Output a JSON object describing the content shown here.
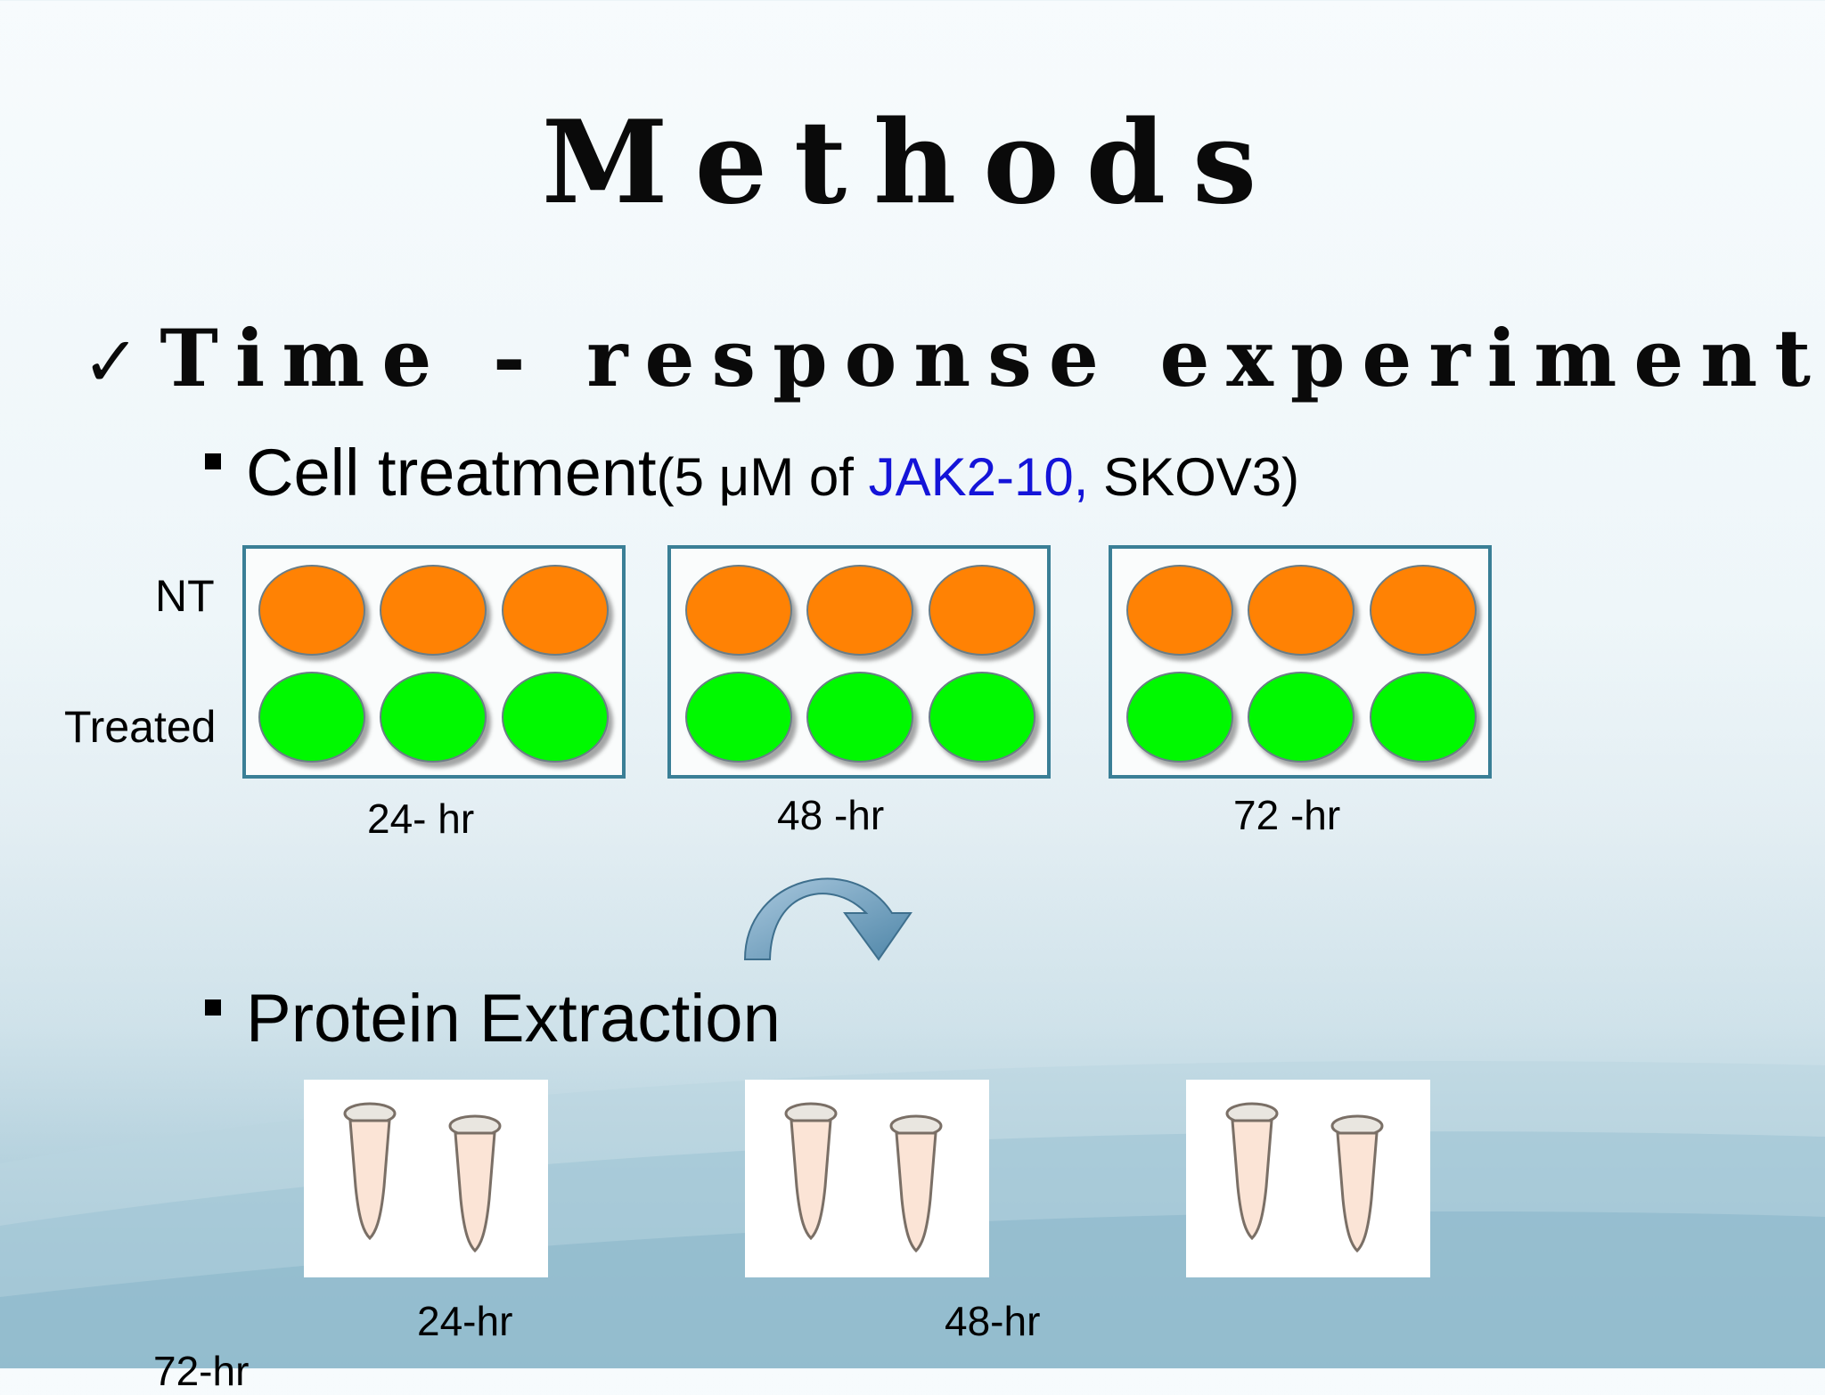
{
  "slide": {
    "title": "Methods",
    "heading_check": "✓",
    "heading": "Time - response experiment",
    "bullet1": {
      "main": "Cell treatment",
      "paren_open": "(5 μM of ",
      "highlight": "JAK2-10,",
      "paren_close": " SKOV3)",
      "highlight_color": "#1414d8"
    },
    "row_labels": {
      "nt": "NT",
      "treated": "Treated"
    },
    "plates": [
      {
        "label": "24- hr"
      },
      {
        "label": "48 -hr"
      },
      {
        "label": "72 -hr"
      }
    ],
    "bullet2": "Protein Extraction",
    "tube_labels": [
      "24-hr",
      "48-hr",
      "72-hr"
    ],
    "colors": {
      "nt_well": "#ff8204",
      "treated_well": "#00f900",
      "plate_border": "#3a7f96",
      "arrow": "#6f9fbe"
    },
    "icons": [
      "check-icon",
      "square-bullet-icon",
      "curved-arrow-icon",
      "tube-icon"
    ]
  }
}
